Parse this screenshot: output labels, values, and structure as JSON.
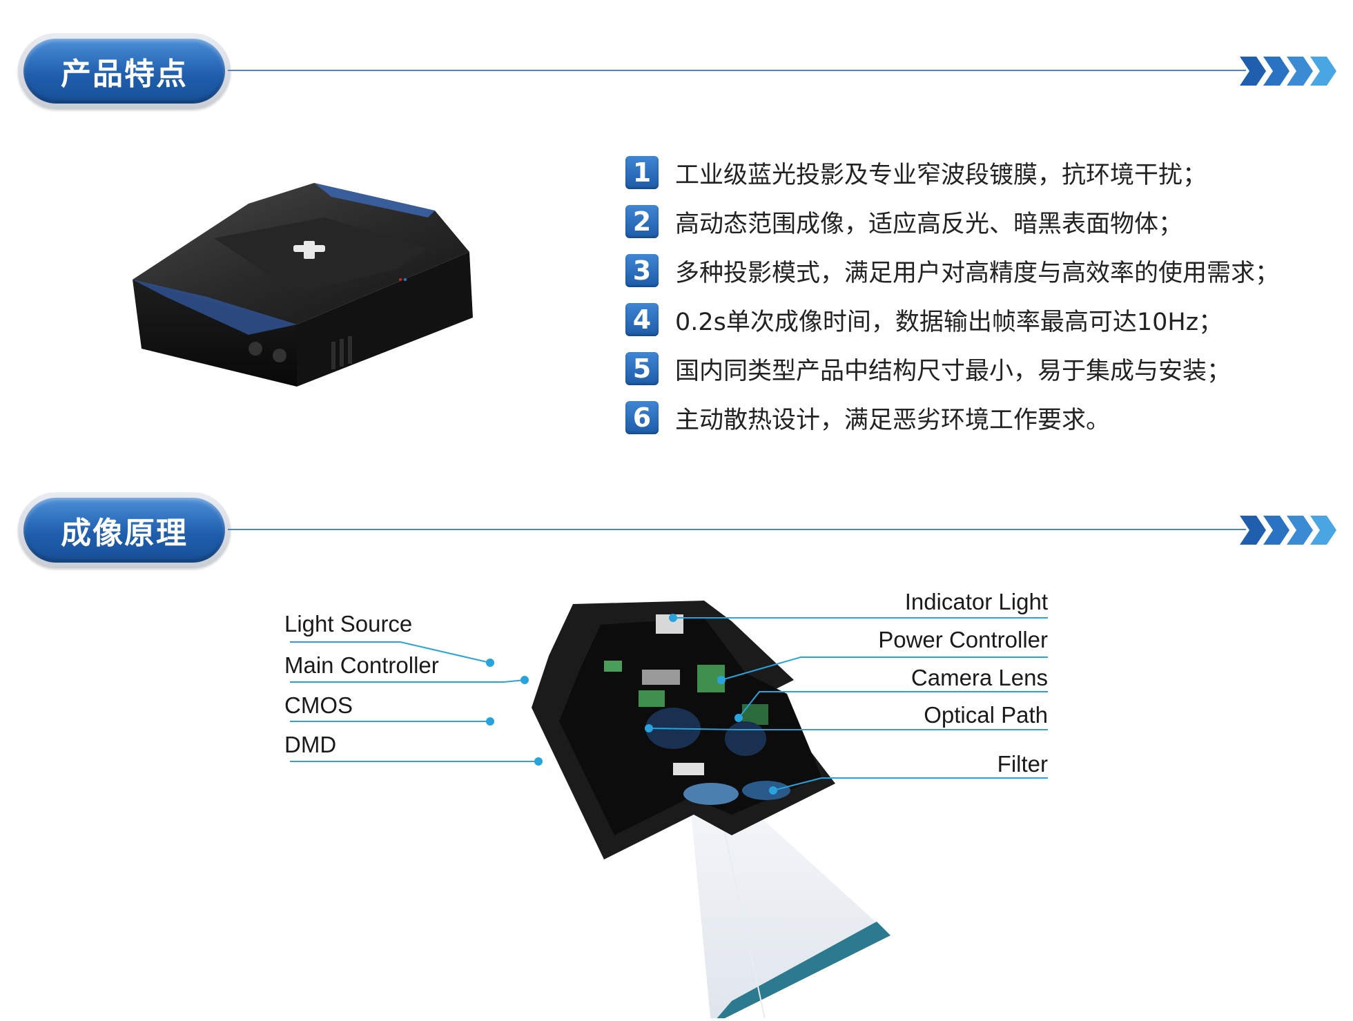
{
  "sections": {
    "features_title": "产品特点",
    "principle_title": "成像原理"
  },
  "features": [
    {
      "num": "1",
      "text": "工业级蓝光投影及专业窄波段镀膜，抗环境干扰；"
    },
    {
      "num": "2",
      "text": "高动态范围成像，适应高反光、暗黑表面物体；"
    },
    {
      "num": "3",
      "text": "多种投影模式，满足用户对高精度与高效率的使用需求；"
    },
    {
      "num": "4",
      "text": "0.2s单次成像时间，数据输出帧率最高可达10Hz；"
    },
    {
      "num": "5",
      "text": "国内同类型产品中结构尺寸最小，易于集成与安装；"
    },
    {
      "num": "6",
      "text": "主动散热设计，满足恶劣环境工作要求。"
    }
  ],
  "callouts": {
    "left": [
      "Light Source",
      "Main Controller",
      "CMOS",
      "DMD"
    ],
    "right": [
      "Indicator Light",
      "Power Controller",
      "Camera Lens",
      "Optical Path",
      "Filter"
    ]
  },
  "colors": {
    "accent": "#1f5fae",
    "line": "#4a87c9",
    "callout_line": "#29a3dc"
  }
}
